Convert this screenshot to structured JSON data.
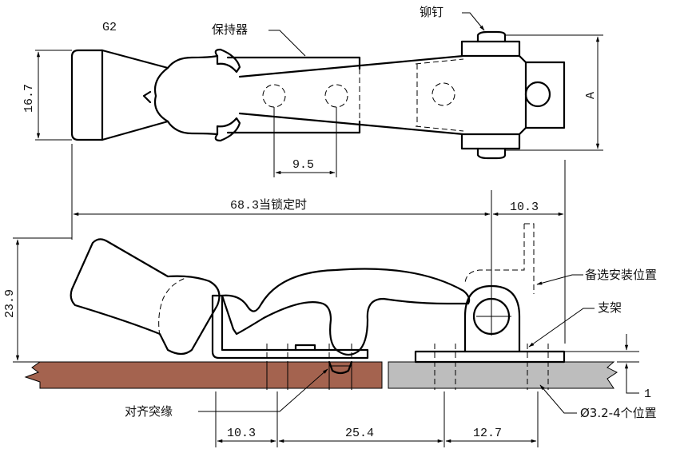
{
  "title": "G2",
  "labels": {
    "holder": "保持器",
    "rivet": "铆钉",
    "optional_mount": "备选安装位置",
    "bracket": "支架",
    "align_boss": "对齐突缘",
    "hole_positions": "Ø3.2-4个位置"
  },
  "dimensions": {
    "width": "16.7",
    "hole_pitch": "9.5",
    "a": "A",
    "locked_length": "68.3当锁定时",
    "offset_right": "10.3",
    "height": "23.9",
    "gap": "1",
    "bottom_left": "10.3",
    "bottom_mid": "25.4",
    "bottom_right": "12.7"
  },
  "colors": {
    "wood": "#a4634f",
    "steel": "#bdbdbd",
    "line": "#000000"
  }
}
